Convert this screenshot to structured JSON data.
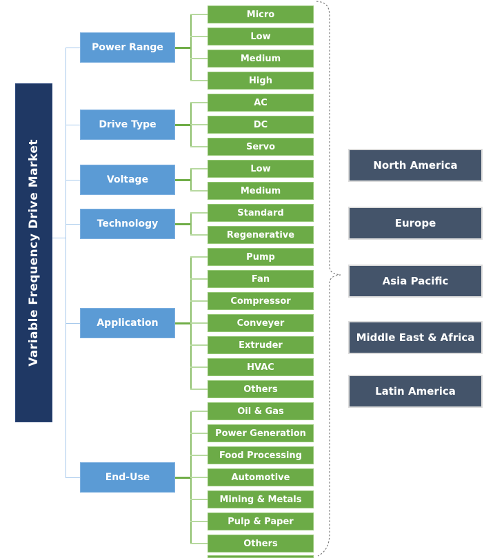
{
  "title": "Variable Frequency Drive Market",
  "segments": [
    {
      "label": "Power Range",
      "items": [
        "Micro",
        "Low",
        "Medium",
        "High"
      ]
    },
    {
      "label": "Drive Type",
      "items": [
        "AC",
        "DC",
        "Servo"
      ]
    },
    {
      "label": "Voltage",
      "items": [
        "Low",
        "Medium"
      ]
    },
    {
      "label": "Technology",
      "items": [
        "Standard",
        "Regenerative"
      ]
    },
    {
      "label": "Application",
      "items": [
        "Pump",
        "Fan",
        "Compressor",
        "Conveyer",
        "Extruder",
        "HVAC",
        "Others"
      ]
    },
    {
      "label": "End-Use",
      "items": [
        "Oil & Gas",
        "Power Generation",
        "Food Processing",
        "Automotive",
        "Mining & Metals",
        "Pulp & Paper",
        "Others"
      ]
    }
  ],
  "regions": [
    "North America",
    "Europe",
    "Asia Pacific",
    "Middle East & Africa",
    "Latin America"
  ],
  "colors": {
    "root_bar": "#1F3864",
    "category_box": "#5B9BD5",
    "segment_box": "#6CAB47",
    "region_box": "#44546A",
    "blue_connector": "#A6C9EC",
    "green_connector": "#70AD47",
    "brace": "#7A7A7A"
  }
}
